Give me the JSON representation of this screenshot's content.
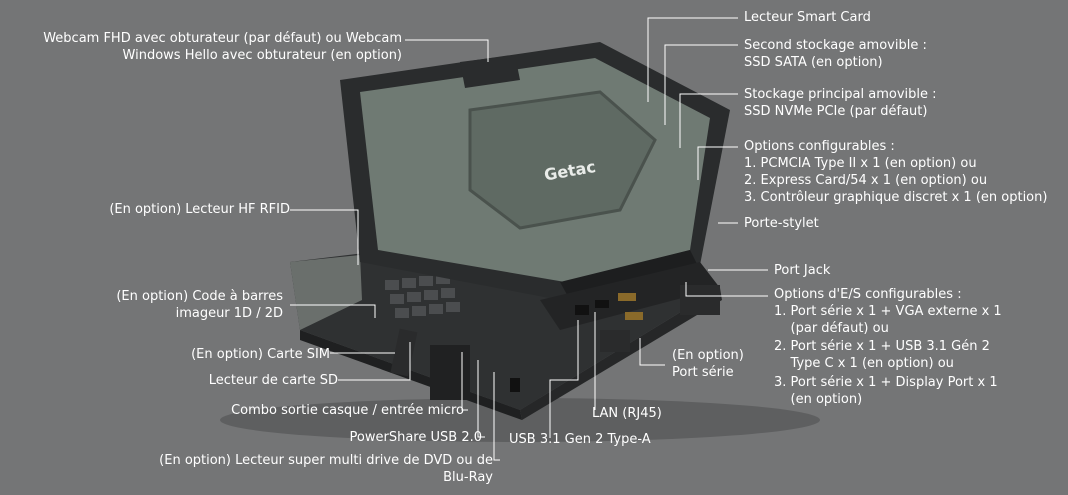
{
  "labels": {
    "webcam": "Webcam FHD avec obturateur (par défaut) ou Webcam\nWindows Hello avec obturateur (en option)",
    "rfid": "(En option) Lecteur HF RFID",
    "barcode": "(En option) Code à barres\nimageur 1D / 2D",
    "sim": "(En option) Carte SIM",
    "sd": "Lecteur de carte SD",
    "audio": "Combo sortie casque / entrée micro",
    "powershare": "PowerShare USB 2.0",
    "dvd": "(En option) Lecteur super multi drive de DVD ou de\nBlu-Ray",
    "usb31": "USB 3.1 Gen 2 Type-A",
    "lan": "LAN (RJ45)",
    "serial": "(En option)\nPort série",
    "smartcard": "Lecteur Smart Card",
    "second_storage": "Second stockage amovible :\nSSD SATA (en option)",
    "main_storage": "Stockage principal amovible :\nSSD NVMe PCIe (par défaut)",
    "config_options": "Options configurables :\n1. PCMCIA Type II x 1 (en option) ou\n2. Express Card/54 x 1 (en option) ou\n3. Contrôleur graphique discret x 1 (en option)",
    "stylus": "Porte-stylet",
    "jack": "Port Jack",
    "io_title": "Options d'E/S configurables :",
    "io_option_1": "1. Port série x 1 + VGA externe x 1\n    (par défaut) ou",
    "io_option_2": "2. Port série x 1 + USB 3.1 Gén 2\n    Type C x 1 (en option) ou",
    "io_option_3": "3. Port série x 1 + Display Port x 1\n    (en option)"
  },
  "logo_text": "Getac",
  "colors": {
    "background": "#747576",
    "text": "#ffffff",
    "body": "#3a3c3d",
    "lid": "#6f7a73"
  }
}
